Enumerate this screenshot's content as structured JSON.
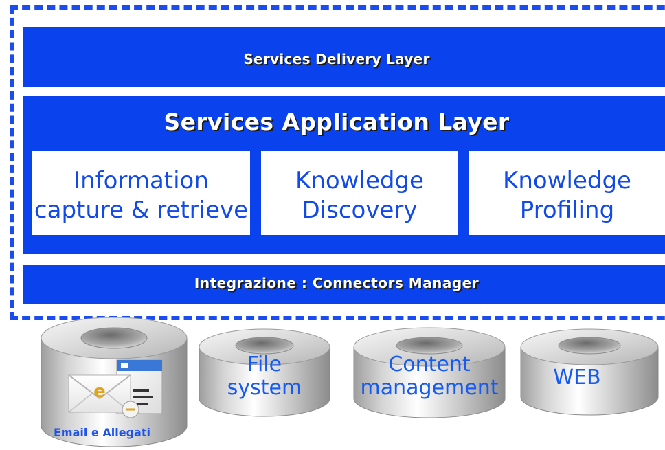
{
  "diagram": {
    "delivery_layer": "Services Delivery Layer",
    "application_layer": {
      "title": "Services Application Layer",
      "modules": [
        {
          "line1": "Information",
          "line2": "capture & retrieve"
        },
        {
          "line1": "Knowledge",
          "line2": "Discovery"
        },
        {
          "line1": "Knowledge",
          "line2": "Profiling"
        }
      ]
    },
    "integration_layer": "Integrazione : Connectors Manager",
    "sources": [
      {
        "label": "Email e Allegati"
      },
      {
        "line1": "File",
        "line2": "system"
      },
      {
        "line1": "Content",
        "line2": "management"
      },
      {
        "line1": "WEB"
      }
    ],
    "email_icon_letter": "e"
  },
  "colors": {
    "layer_blue": "#0a43ee",
    "dashed_border": "#1a4cf0",
    "module_text": "#1149ea",
    "cylinder_text": "#155bf2"
  }
}
